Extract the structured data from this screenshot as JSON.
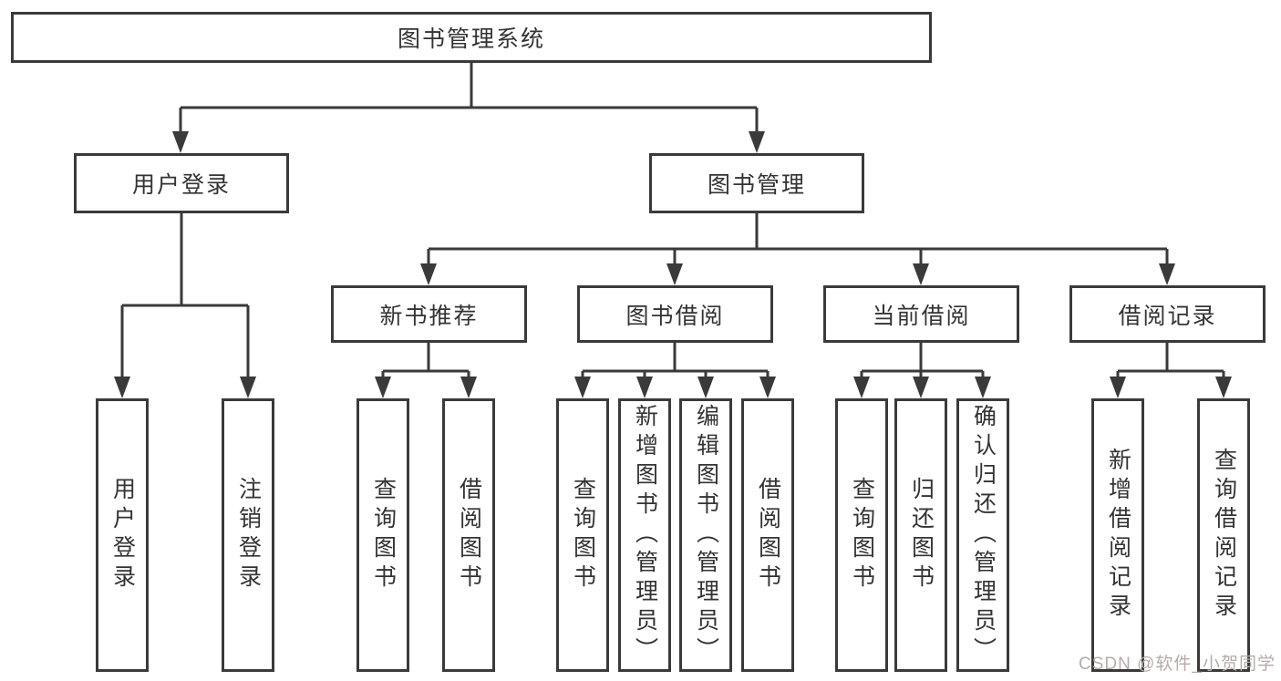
{
  "diagram": {
    "root": {
      "label": "图书管理系统"
    },
    "branches": [
      {
        "label": "用户登录",
        "children": [
          {
            "label": "用户登录"
          },
          {
            "label": "注销登录"
          }
        ]
      },
      {
        "label": "图书管理",
        "sections": [
          {
            "label": "新书推荐",
            "children": [
              {
                "label": "查询图书"
              },
              {
                "label": "借阅图书"
              }
            ]
          },
          {
            "label": "图书借阅",
            "children": [
              {
                "label": "查询图书"
              },
              {
                "label": "新增图书（管理员）"
              },
              {
                "label": "编辑图书（管理员）"
              },
              {
                "label": "借阅图书"
              }
            ]
          },
          {
            "label": "当前借阅",
            "children": [
              {
                "label": "查询图书"
              },
              {
                "label": "归还图书"
              },
              {
                "label": "确认归还（管理员）"
              }
            ]
          },
          {
            "label": "借阅记录",
            "children": [
              {
                "label": "新增借阅记录"
              },
              {
                "label": "查询借阅记录"
              }
            ]
          }
        ]
      }
    ]
  },
  "watermark": {
    "text": "CSDN @软件_小贺同学"
  },
  "colors": {
    "line": "#3a3a3a",
    "text": "#333333",
    "background": "#ffffff",
    "watermark": "#b7abab"
  }
}
